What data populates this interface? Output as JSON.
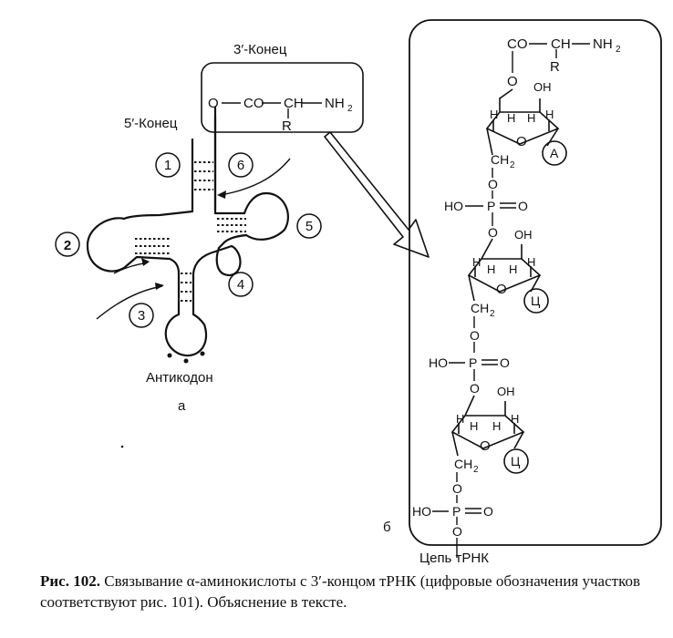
{
  "trna": {
    "end3_label": "3′-Конец",
    "end5_label": "5′-Конец",
    "anticodon_label": "Антикодон",
    "panel_letter": "а",
    "ester": {
      "O": "O",
      "CO": "CO",
      "CH": "CH",
      "NH2": "NH",
      "NH2_sub": "2",
      "R": "R"
    },
    "regions": [
      "1",
      "2",
      "3",
      "4",
      "5",
      "6"
    ]
  },
  "chain": {
    "panel_letter": "б",
    "chain_label": "Цепь тРНК",
    "top_group": {
      "CO": "CO",
      "CH": "CH",
      "NH": "NH",
      "sub": "2",
      "R": "R",
      "O": "O"
    },
    "nucleotides": [
      {
        "base": "А",
        "H": "H",
        "OH": "OH",
        "O": "O",
        "CH2": "CH",
        "sub": "2"
      },
      {
        "base": "Ц",
        "H": "H",
        "OH": "OH",
        "O": "O",
        "CH2": "CH",
        "sub": "2"
      },
      {
        "base": "Ц",
        "H": "H",
        "OH": "OH",
        "O": "O",
        "CH2": "CH",
        "sub": "2"
      }
    ],
    "phosphates": [
      {
        "HO": "HO",
        "P": "P",
        "O": "O"
      },
      {
        "HO": "HO",
        "P": "P",
        "O": "O"
      },
      {
        "HO": "HO",
        "P": "P",
        "O": "O"
      }
    ],
    "link_O": "O"
  },
  "caption": {
    "prefix": "Рис. 102.",
    "text": " Связывание α-аминокислоты с 3′-концом тРНК (цифровые обозначения участков соответствуют рис. 101). Объяснение в тексте."
  }
}
